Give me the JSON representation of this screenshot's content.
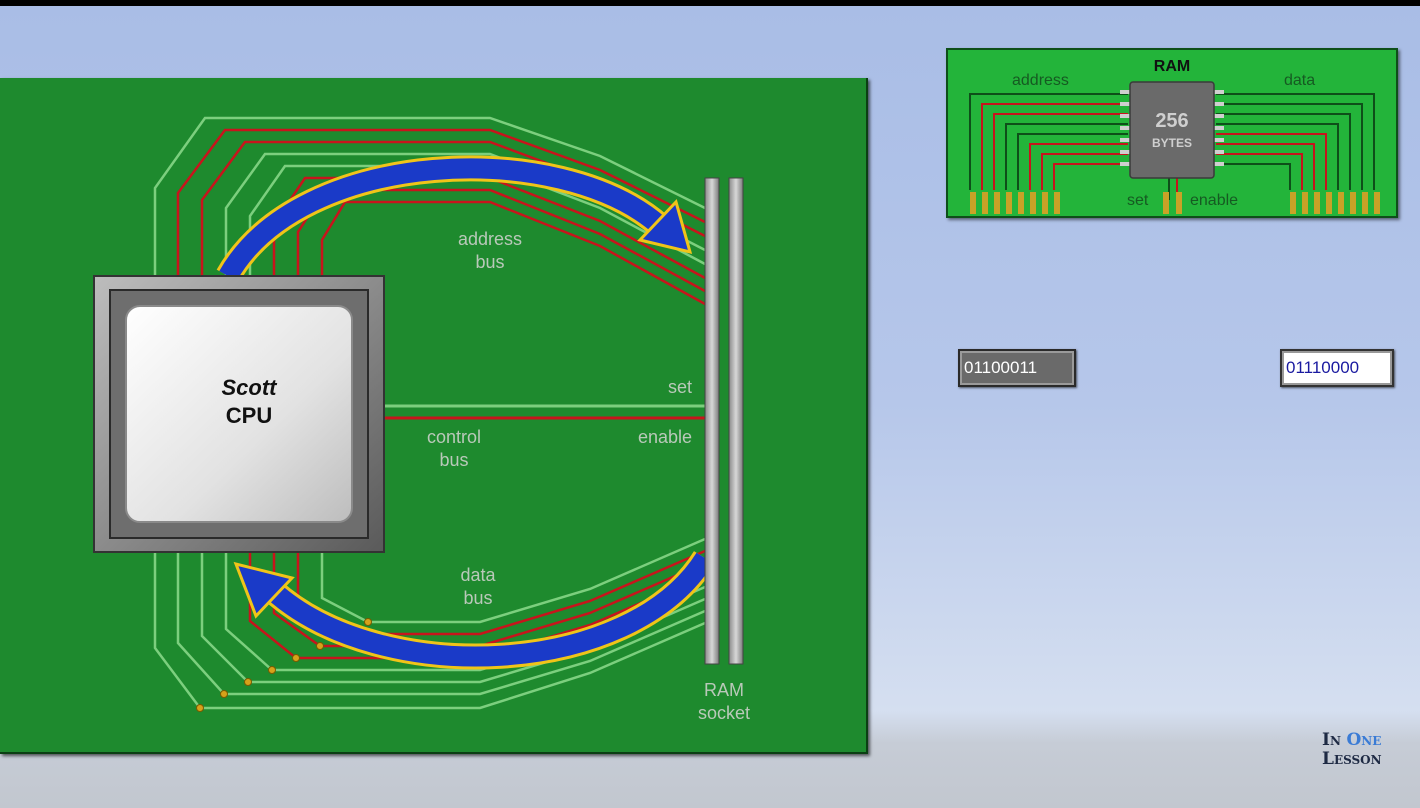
{
  "board": {
    "cpu_name": "Scott",
    "cpu_label": "CPU",
    "address_bus": "address",
    "address_bus_2": "bus",
    "control_bus": "control",
    "control_bus_2": "bus",
    "data_bus": "data",
    "data_bus_2": "bus",
    "set": "set",
    "enable": "enable",
    "ram_socket": "RAM",
    "ram_socket_2": "socket"
  },
  "ram_card": {
    "title": "RAM",
    "address": "address",
    "data": "data",
    "capacity": "256",
    "unit": "BYTES",
    "set": "set",
    "enable": "enable"
  },
  "registers": {
    "address_value": "01100011",
    "data_value": "01110000"
  },
  "logo": {
    "word1": "In",
    "word2": "One",
    "word3": "Lesson"
  },
  "colors": {
    "board": "#1e8a2e",
    "card": "#23b43a",
    "wire_red": "#c8141c",
    "wire_green": "#7ccf7e",
    "arrow_blue": "#1a3ac8",
    "arrow_outline": "#f0c419"
  },
  "icons": [
    "cpu-chip-icon",
    "ram-chip-icon",
    "flow-arrow-icon"
  ]
}
